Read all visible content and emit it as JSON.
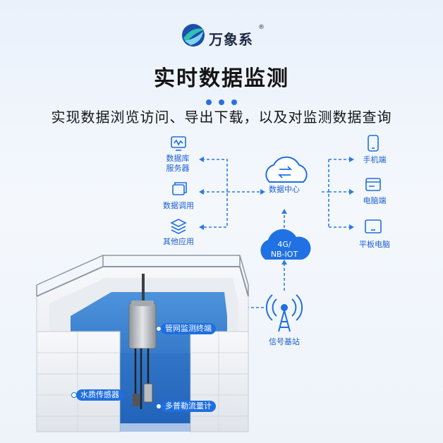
{
  "brand": {
    "name": "万象系",
    "reg": "®"
  },
  "title": "实时数据监测",
  "subtitle": "实现数据浏览访问、导出下载，以及对监测数据查询",
  "nodes": {
    "db_server": "数据库\n服务器",
    "data_call": "数据调用",
    "other_apps": "其他应用",
    "data_center": "数据中心",
    "network": "4G/\nNB-IOT",
    "mobile": "手机端",
    "pc": "电脑端",
    "tablet": "平板电脑",
    "base_station": "信号基站"
  },
  "callouts": {
    "terminal": "管网监测终端",
    "quality_sensor": "水质传感器",
    "flow_meter": "多普勒流量计"
  },
  "colors": {
    "accent": "#1f6fe0",
    "line": "#2b7be8",
    "water": "#2f73c8"
  }
}
